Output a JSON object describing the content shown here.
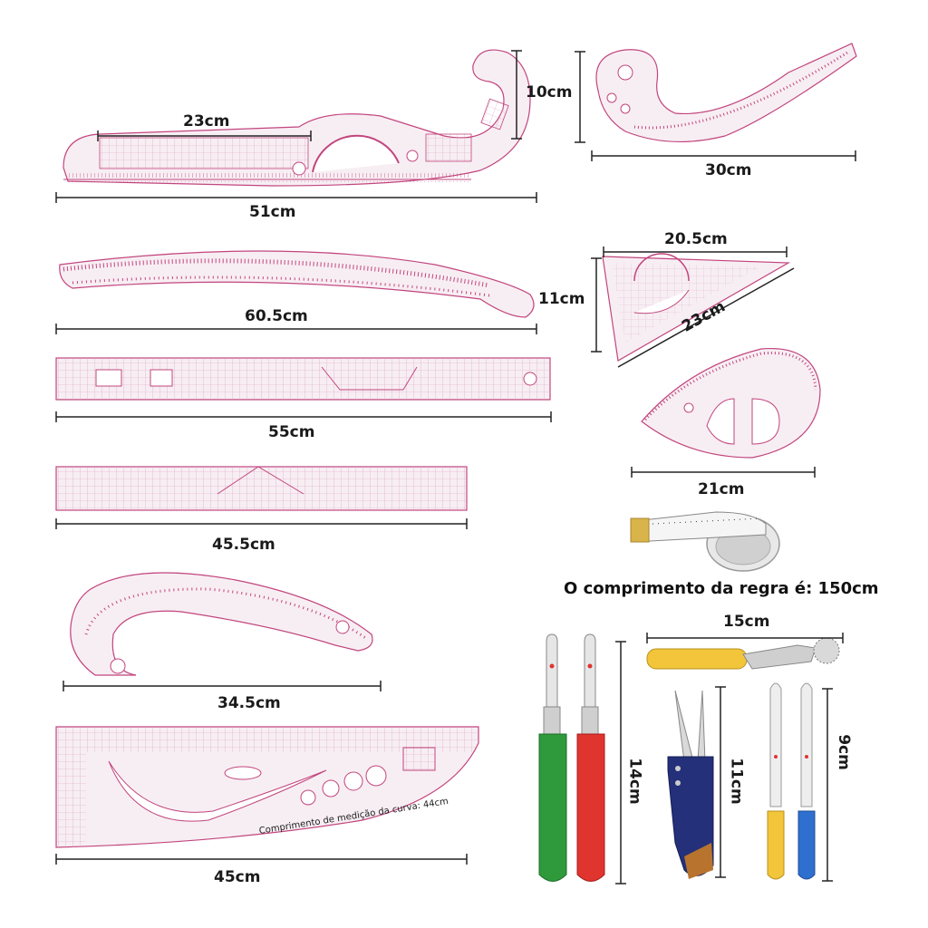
{
  "measurements": {
    "ruler_51": "51cm",
    "ruler_23": "23cm",
    "curve_10": "10cm",
    "curve_30": "30cm",
    "ruler_60_5": "60.5cm",
    "tri_20_5": "20.5cm",
    "tri_11": "11cm",
    "tri_23": "23cm",
    "ruler_55": "55cm",
    "drop_21": "21cm",
    "ruler_45_5": "45.5cm",
    "curve_34_5": "34.5cm",
    "ruler_45": "45cm",
    "tracer_15": "15cm",
    "ripper_14": "14cm",
    "snips_11": "11cm",
    "ripper_9": "9cm"
  },
  "tape_caption": "O comprimento da regra é: 150cm",
  "curve_note": "Comprimento de medição da curva: 44cm",
  "colors": {
    "ruler_pink": "#c2457e",
    "ruler_fill": "#f7eef3",
    "green_handle": "#2e9a3c",
    "red_handle": "#e0342f",
    "yellow_handle": "#f2c53a",
    "blue_handle": "#2f6fd0",
    "snips_blue": "#24307a"
  }
}
